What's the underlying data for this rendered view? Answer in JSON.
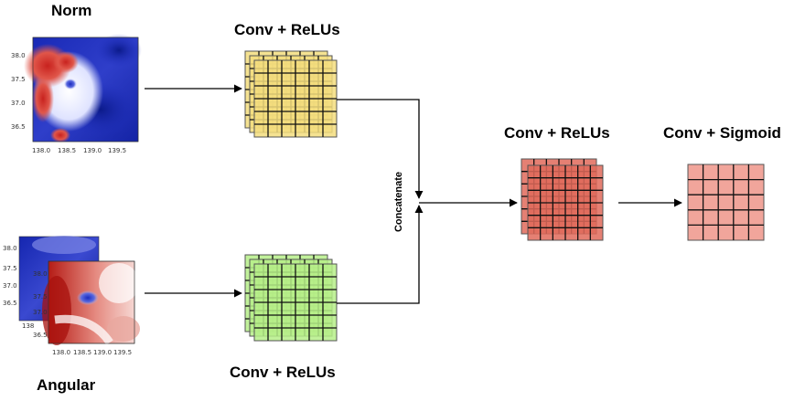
{
  "inputs": {
    "norm": {
      "title": "Norm",
      "yticks": [
        "38.0",
        "37.5",
        "37.0",
        "36.5"
      ],
      "xticks": [
        "138.0",
        "138.5",
        "139.0",
        "139.5"
      ]
    },
    "angular": {
      "title": "Angular",
      "back_yticks": [
        "38.0",
        "37.5",
        "37.0",
        "36.5"
      ],
      "back_xtick_partial": "138",
      "yticks": [
        "38.0",
        "37.5",
        "37.0",
        "36.5"
      ],
      "xticks": [
        "138.0",
        "138.5",
        "139.0",
        "139.5"
      ]
    }
  },
  "blocks": {
    "top_conv": {
      "label": "Conv + ReLUs",
      "color": "#f3dd7e"
    },
    "bottom_conv": {
      "label": "Conv + ReLUs",
      "color": "#b6ef88"
    },
    "mid_conv": {
      "label": "Conv + ReLUs",
      "color": "#e06a5a"
    },
    "final": {
      "label": "Conv + Sigmoid",
      "color": "#ef958a"
    }
  },
  "merge": {
    "label": "Concatenate"
  },
  "colors": {
    "blue": "#1f2fbf",
    "red": "#c8221e",
    "grid": "#111111"
  }
}
